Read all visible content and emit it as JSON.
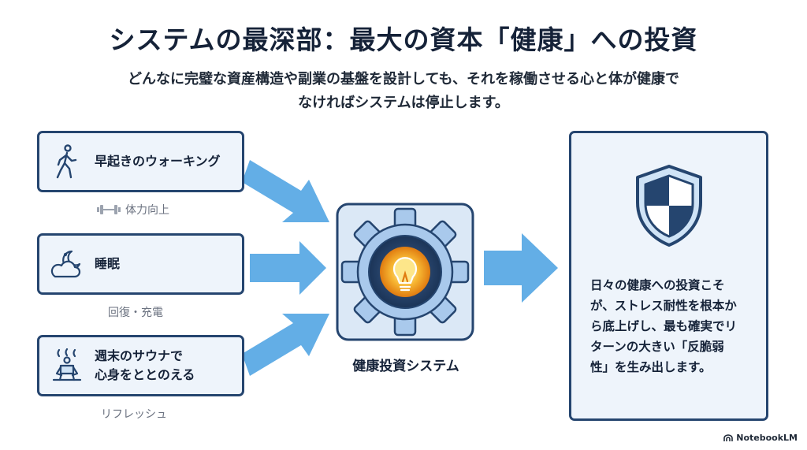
{
  "title": "システムの最深部：最大の資本「健康」への投資",
  "subtitle_lines": [
    "どんなに完璧な資産構造や副業の基盤を設計しても、それを稼働させる心と体が健康で",
    "なければシステムは停止します。"
  ],
  "inputs": [
    {
      "label_lines": [
        "早起きのウォーキング"
      ],
      "caption": "体力向上",
      "icon": "walking-person-icon",
      "caption_icon": "dumbbell-icon"
    },
    {
      "label_lines": [
        "睡眠"
      ],
      "caption": "回復・充電",
      "icon": "moon-cloud-icon"
    },
    {
      "label_lines": [
        "週末のサウナで",
        "心身をととのえる"
      ],
      "caption": "リフレッシュ",
      "icon": "sauna-person-icon"
    }
  ],
  "center": {
    "label": "健康投資システム",
    "icon": "gear-lightbulb-icon"
  },
  "output": {
    "icon": "shield-icon",
    "text_lines": [
      "日々の健康への投資こそ",
      "が、ストレス耐性を根本か",
      "ら底上げし、最も確実でリ",
      "ターンの大きい「反脆弱",
      "性」を生み出します。"
    ]
  },
  "brand": "NotebookLM",
  "colors": {
    "navy": "#25456f",
    "arrow": "#63aee6",
    "panel": "#eef4fb",
    "glow": "#f59e0b"
  }
}
